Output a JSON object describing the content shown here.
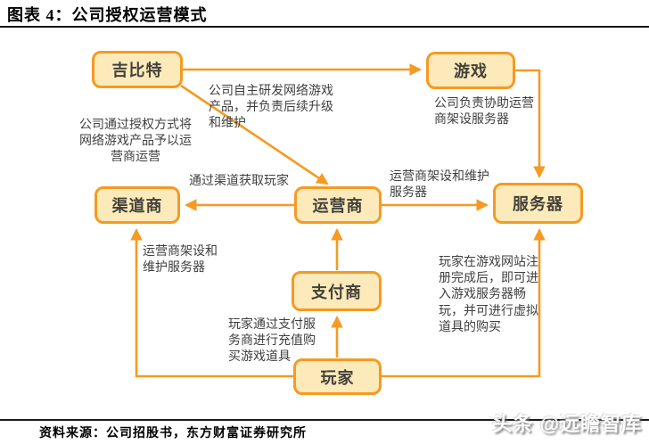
{
  "title": "图表 4：公司授权运营模式",
  "source": "资料来源：公司招股书，东方财富证券研究所",
  "watermark": "头条 @远瞻智库",
  "colors": {
    "accent": "#F59A23",
    "node_fill": "#FCEABA",
    "node_border": "#F59A23",
    "note_text": "#3F3F3F"
  },
  "nodes": [
    {
      "id": "jibite",
      "label": "吉比特"
    },
    {
      "id": "game",
      "label": "游戏"
    },
    {
      "id": "channel",
      "label": "渠道商"
    },
    {
      "id": "operator",
      "label": "运营商"
    },
    {
      "id": "server",
      "label": "服务器"
    },
    {
      "id": "payment",
      "label": "支付商"
    },
    {
      "id": "player",
      "label": "玩家"
    }
  ],
  "notes": [
    {
      "id": "note-develop",
      "text": "公司自主研发网络游戏\n产品，并负责后续升级\n和维护"
    },
    {
      "id": "note-authorize",
      "text": "公司通过授权方式将\n网络游戏产品予以运\n营商运营"
    },
    {
      "id": "note-assist",
      "text": "公司负责协助运营\n商架设服务器"
    },
    {
      "id": "note-channel",
      "text": "通过渠道获取玩家"
    },
    {
      "id": "note-server-right",
      "text": "运营商架设和维护\n服务器"
    },
    {
      "id": "note-server-left",
      "text": "运营商架设和\n维护服务器"
    },
    {
      "id": "note-payment",
      "text": "玩家通过支付服\n务商进行充值购\n买游戏道具"
    },
    {
      "id": "note-register",
      "text": "玩家在游戏网站注\n册完成后，即可进\n入游戏服务器畅\n玩，并可进行虚拟\n道具的购买"
    }
  ]
}
